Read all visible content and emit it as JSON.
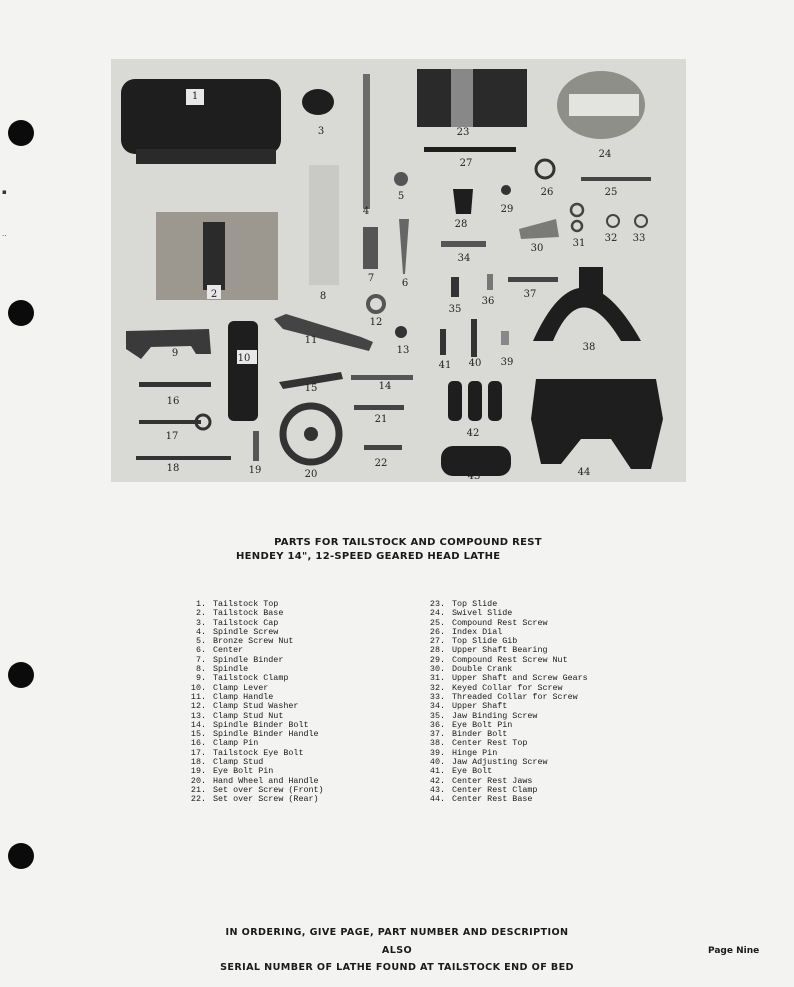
{
  "photo_labels": [
    "1",
    "2",
    "3",
    "4",
    "5",
    "6",
    "7",
    "8",
    "9",
    "10",
    "11",
    "12",
    "13",
    "14",
    "15",
    "16",
    "17",
    "18",
    "19",
    "20",
    "21",
    "22",
    "23",
    "24",
    "25",
    "26",
    "27",
    "28",
    "29",
    "30",
    "31",
    "32",
    "33",
    "34",
    "35",
    "36",
    "37",
    "38",
    "39",
    "40",
    "41",
    "42",
    "43",
    "44"
  ],
  "title_line1": "PARTS FOR TAILSTOCK AND COMPOUND REST",
  "title_line2": "HENDEY 14\", 12-SPEED GEARED HEAD LATHE",
  "parts_left": [
    {
      "num": "1.",
      "name": "Tailstock Top"
    },
    {
      "num": "2.",
      "name": "Tailstock Base"
    },
    {
      "num": "3.",
      "name": "Tailstock Cap"
    },
    {
      "num": "4.",
      "name": "Spindle Screw"
    },
    {
      "num": "5.",
      "name": "Bronze Screw Nut"
    },
    {
      "num": "6.",
      "name": "Center"
    },
    {
      "num": "7.",
      "name": "Spindle Binder"
    },
    {
      "num": "8.",
      "name": "Spindle"
    },
    {
      "num": "9.",
      "name": "Tailstock Clamp"
    },
    {
      "num": "10.",
      "name": "Clamp Lever"
    },
    {
      "num": "11.",
      "name": "Clamp Handle"
    },
    {
      "num": "12.",
      "name": "Clamp Stud Washer"
    },
    {
      "num": "13.",
      "name": "Clamp Stud Nut"
    },
    {
      "num": "14.",
      "name": "Spindle Binder Bolt"
    },
    {
      "num": "15.",
      "name": "Spindle Binder Handle"
    },
    {
      "num": "16.",
      "name": "Clamp Pin"
    },
    {
      "num": "17.",
      "name": "Tailstock Eye Bolt"
    },
    {
      "num": "18.",
      "name": "Clamp Stud"
    },
    {
      "num": "19.",
      "name": "Eye Bolt Pin"
    },
    {
      "num": "20.",
      "name": "Hand Wheel and Handle"
    },
    {
      "num": "21.",
      "name": "Set over Screw (Front)"
    },
    {
      "num": "22.",
      "name": "Set over Screw (Rear)"
    }
  ],
  "parts_right": [
    {
      "num": "23.",
      "name": "Top Slide"
    },
    {
      "num": "24.",
      "name": "Swivel Slide"
    },
    {
      "num": "25.",
      "name": "Compound Rest Screw"
    },
    {
      "num": "26.",
      "name": "Index Dial"
    },
    {
      "num": "27.",
      "name": "Top Slide Gib"
    },
    {
      "num": "28.",
      "name": "Upper Shaft Bearing"
    },
    {
      "num": "29.",
      "name": "Compound Rest Screw Nut"
    },
    {
      "num": "30.",
      "name": "Double Crank"
    },
    {
      "num": "31.",
      "name": "Upper Shaft and Screw Gears"
    },
    {
      "num": "32.",
      "name": "Keyed Collar for Screw"
    },
    {
      "num": "33.",
      "name": "Threaded Collar for Screw"
    },
    {
      "num": "34.",
      "name": "Upper Shaft"
    },
    {
      "num": "35.",
      "name": "Jaw Binding Screw"
    },
    {
      "num": "36.",
      "name": "Eye Bolt Pin"
    },
    {
      "num": "37.",
      "name": "Binder Bolt"
    },
    {
      "num": "38.",
      "name": "Center Rest Top"
    },
    {
      "num": "39.",
      "name": "Hinge Pin"
    },
    {
      "num": "40.",
      "name": "Jaw Adjusting Screw"
    },
    {
      "num": "41.",
      "name": "Eye Bolt"
    },
    {
      "num": "42.",
      "name": "Center Rest Jaws"
    },
    {
      "num": "43.",
      "name": "Center Rest Clamp"
    },
    {
      "num": "44.",
      "name": "Center Rest Base"
    }
  ],
  "ordering_line1": "IN ORDERING, GIVE PAGE, PART NUMBER AND DESCRIPTION",
  "ordering_line2": "ALSO",
  "ordering_line3": "SERIAL NUMBER OF LATHE FOUND AT TAILSTOCK END OF BED",
  "page_number": "Page Nine"
}
